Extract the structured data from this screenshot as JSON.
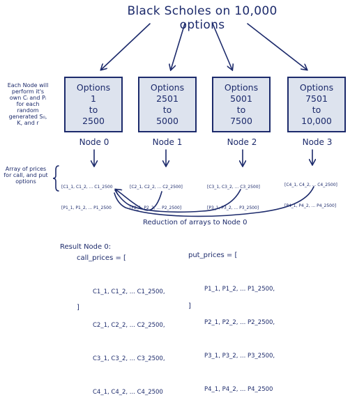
{
  "title": "Black Scholes on 10,000 options",
  "side_note_left": "Each Node will perform it's own Cᵢ and Pᵢ for each random generated S₀, K, and r",
  "side_note_arrays": "Array of prices for call, and put options",
  "nodes": [
    {
      "box_lines": [
        "Options",
        "1",
        "to",
        "2500"
      ],
      "label": "Node 0",
      "c_array": "[C1_1, C1_2, ... C1_2500",
      "p_array": "[P1_1, P1_2, ... P1_2500"
    },
    {
      "box_lines": [
        "Options",
        "2501",
        "to",
        "5000"
      ],
      "label": "Node 1",
      "c_array": "[C2_1, C2_2, ... C2_2500]",
      "p_array": "[P2_1, P2_2, ... P2_2500]"
    },
    {
      "box_lines": [
        "Options",
        "5001",
        "to",
        "7500"
      ],
      "label": "Node 2",
      "c_array": "[C3_1, C3_2, ... C3_2500]",
      "p_array": "[P3_1, P3_2, ... P3_2500]"
    },
    {
      "box_lines": [
        "Options",
        "7501",
        "to",
        "10,000"
      ],
      "label": "Node 3",
      "c_array": "[C4_1, C4_2, ... C4_2500]",
      "p_array": "[P4_1, P4_2, ... P4_2500]"
    }
  ],
  "reduction_label": "Reduction of arrays to Node 0",
  "result": {
    "heading": "Result Node 0:",
    "call_label": "call_prices = [",
    "call_rows": [
      "C1_1, C1_2, ... C1_2500,",
      "C2_1, C2_2, ... C2_2500,",
      "C3_1, C3_2, ... C3_2500,",
      "C4_1, C4_2, ... C4_2500"
    ],
    "call_close": "]",
    "put_label": "put_prices = [",
    "put_rows": [
      "P1_1, P1_2, ... P1_2500,",
      "P2_1, P2_2, ... P2_2500,",
      "P3_1, P3_2, ... P3_2500,",
      "P4_1, P4_2, ... P4_2500"
    ],
    "put_close": "]"
  },
  "colors": {
    "ink": "#1c2a6b",
    "box_fill": "#dde3ee"
  }
}
